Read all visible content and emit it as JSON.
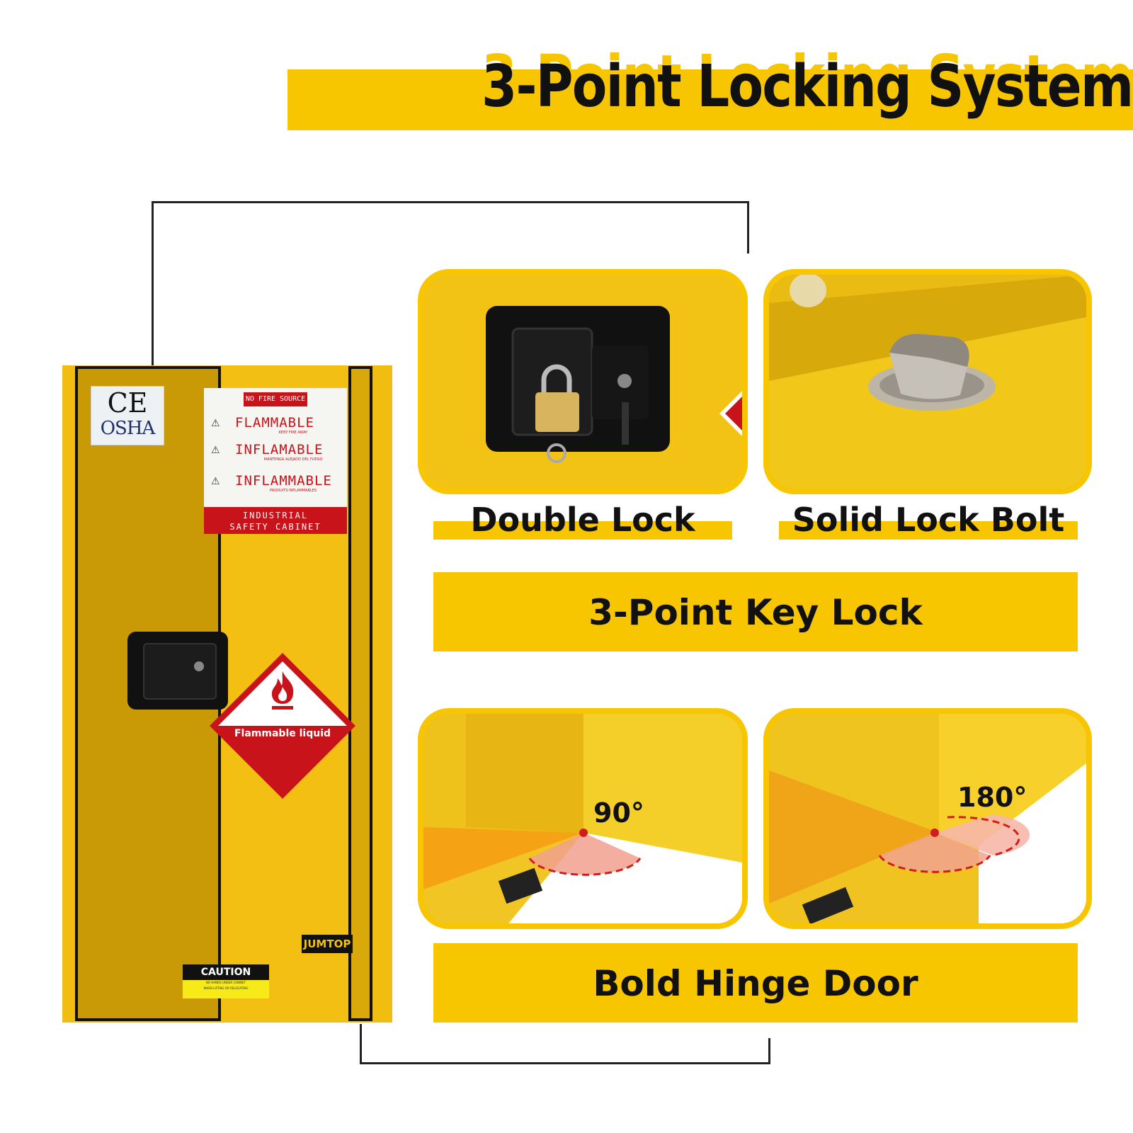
{
  "title": "3-Point Locking System",
  "cabinet": {
    "certification": {
      "ce": "CE",
      "osha": "OSHA"
    },
    "hazard_label": {
      "top": "NO FIRE SOURCE",
      "lines": [
        {
          "main": "FLAMMABLE",
          "sub": "KEEP FIRE AWAY"
        },
        {
          "main": "INFLAMABLE",
          "sub": "MANTENGA ALEJADO DEL FUEGO"
        },
        {
          "main": "INFLAMMABLE",
          "sub": "PRODUITS INFLAMMABLES"
        }
      ],
      "bottom_line1": "INDUSTRIAL",
      "bottom_line2": "SAFETY CABINET"
    },
    "diamond_label": "Flammable liquid",
    "brand": "JUMTOP",
    "caution": {
      "heading": "CAUTION",
      "line1": "NO HANDS UNDER CABINET",
      "line2": "WHEN LIFTING OR RELOCATING"
    }
  },
  "features": {
    "double_lock": "Double Lock",
    "solid_lock_bolt": "Solid Lock Bolt",
    "key_lock": "3-Point Key Lock",
    "hinge_90": "90°",
    "hinge_180": "180°",
    "hinge_door": "Bold Hinge Door"
  },
  "colors": {
    "accent": "#f7c600",
    "cabinet": "#f0bd10",
    "danger": "#c8131b",
    "text": "#111111"
  }
}
